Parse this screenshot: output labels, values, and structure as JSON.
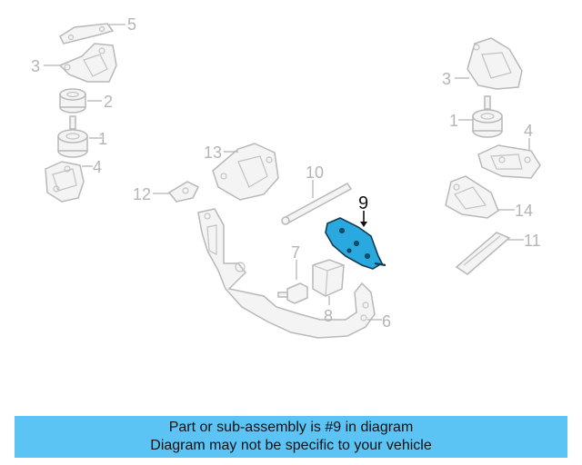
{
  "diagram": {
    "callouts": [
      "1",
      "1",
      "2",
      "3",
      "3",
      "4",
      "4",
      "5",
      "6",
      "7",
      "8",
      "9",
      "10",
      "11",
      "12",
      "13",
      "14"
    ],
    "highlighted_callout": "9"
  },
  "caption": {
    "line1": "Part or sub-assembly is #9 in diagram",
    "line2": "Diagram may not be specific to your vehicle"
  },
  "colors": {
    "banner_background": "#5bc4f5",
    "highlight_part": "#2aa8e0",
    "part_outline": "#b8b8b8",
    "callout_text": "#b5b5b5"
  }
}
